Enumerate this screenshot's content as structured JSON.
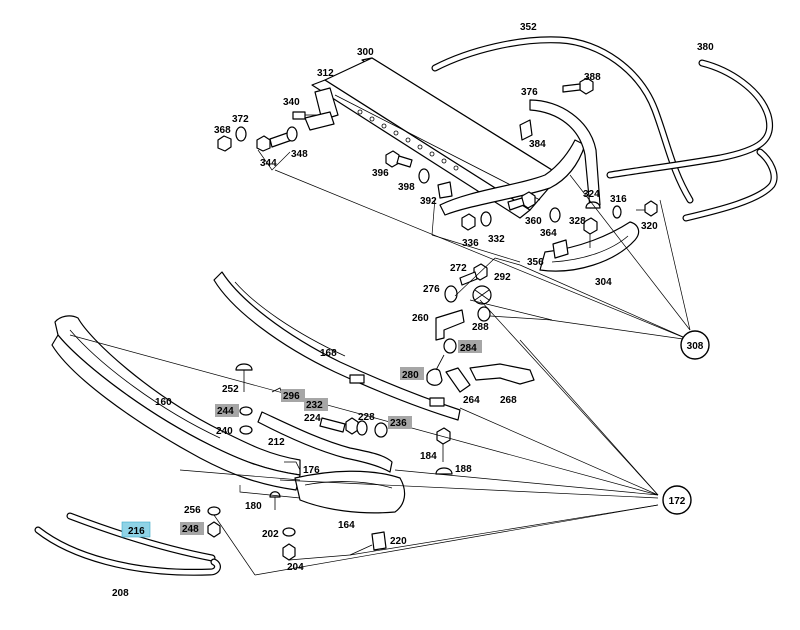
{
  "parts": {
    "p352": "352",
    "p380": "380",
    "p300": "300",
    "p312": "312",
    "p340": "340",
    "p372": "372",
    "p368": "368",
    "p344": "344",
    "p348": "348",
    "p388": "388",
    "p376": "376",
    "p384": "384",
    "p396": "396",
    "p398": "398",
    "p392": "392",
    "p324": "324",
    "p316": "316",
    "p328": "328",
    "p320": "320",
    "p360": "360",
    "p364": "364",
    "p336": "336",
    "p332": "332",
    "p356": "356",
    "p304": "304",
    "p272": "272",
    "p292": "292",
    "p276": "276",
    "p288": "288",
    "p260": "260",
    "p284": "284",
    "p308": "308",
    "p168": "168",
    "p280": "280",
    "p264": "264",
    "p268": "268",
    "p252": "252",
    "p296": "296",
    "p232": "232",
    "p244": "244",
    "p224": "224",
    "p228": "228",
    "p236": "236",
    "p160": "160",
    "p240": "240",
    "p212": "212",
    "p184": "184",
    "p188": "188",
    "p176": "176",
    "p172": "172",
    "p180": "180",
    "p256": "256",
    "p164": "164",
    "p216": "216",
    "p248": "248",
    "p202": "202",
    "p220": "220",
    "p204": "204",
    "p208": "208"
  },
  "highlights": {
    "gray": [
      "284",
      "280",
      "296",
      "232",
      "244",
      "236",
      "248"
    ],
    "blue": [
      "216"
    ],
    "gray_color": "#a6a6a6",
    "blue_color": "#8fd3e6"
  }
}
